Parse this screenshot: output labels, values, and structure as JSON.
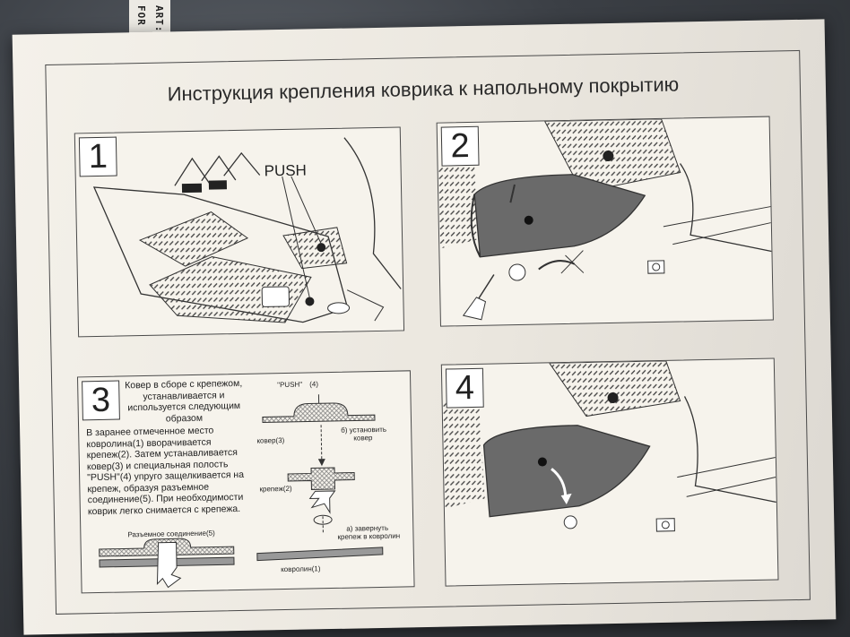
{
  "tag": {
    "line1": "ART: A",
    "line2": "FOR"
  },
  "title": "Инструкция крепления коврика к напольному покрытию",
  "panels": [
    {
      "number": "1",
      "label": "PUSH"
    },
    {
      "number": "2"
    },
    {
      "number": "3",
      "intro": [
        "Ковер в сборе с крепежом,",
        "устанавливается и",
        "используется следующим",
        "образом"
      ],
      "body": [
        "В заранее отмеченное место",
        "ковролина(1) вворачивается",
        "крепеж(2). Затем устанавливается",
        "ковер(3) и специальная полость",
        "\"PUSH\"(4) упруго защелкивается на",
        "крепеж, образуя разъемное",
        "соединение(5). При необходимости",
        "коврик легко снимается с крепежа."
      ],
      "joint_label": "Разъемное соединение(5)",
      "push_label": "\"PUSH\"",
      "push_num": "(4)",
      "carpet_label": "ковер(3)",
      "step_b": [
        "б) установить",
        "ковер"
      ],
      "fastener_label": "крепеж(2)",
      "step_a": [
        "а) завернуть",
        "крепеж в ковролин"
      ],
      "floor_label": "ковролин(1)"
    },
    {
      "number": "4"
    }
  ]
}
